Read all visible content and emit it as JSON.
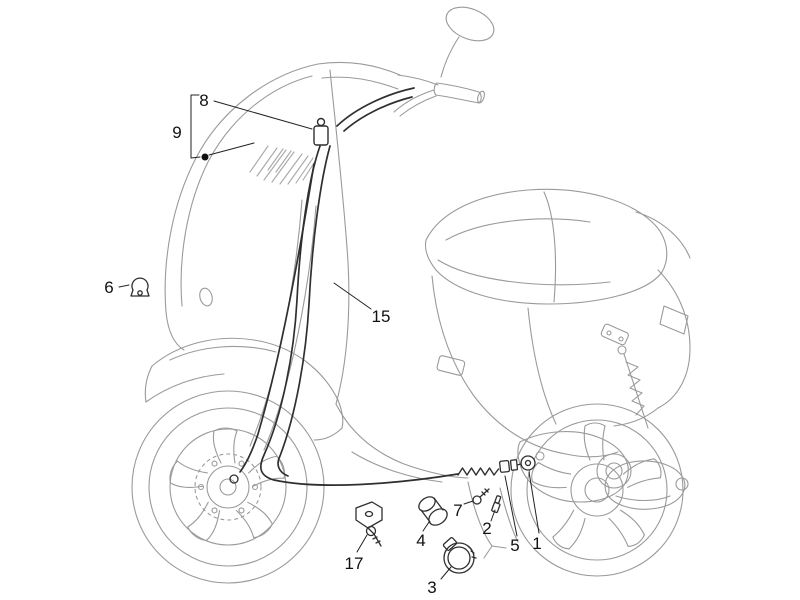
{
  "diagram": {
    "subject": "scooter-transmission-cables-parts-drawing",
    "colors": {
      "body_line": "#9a9a9a",
      "cable_line": "#2f2f2f",
      "callout_text": "#111111"
    },
    "callouts": {
      "c1": "1",
      "c2": "2",
      "c3": "3",
      "c4": "4",
      "c5": "5",
      "c6": "6",
      "c7": "7",
      "c8": "8",
      "c9": "9",
      "c15": "15",
      "c17": "17"
    }
  }
}
